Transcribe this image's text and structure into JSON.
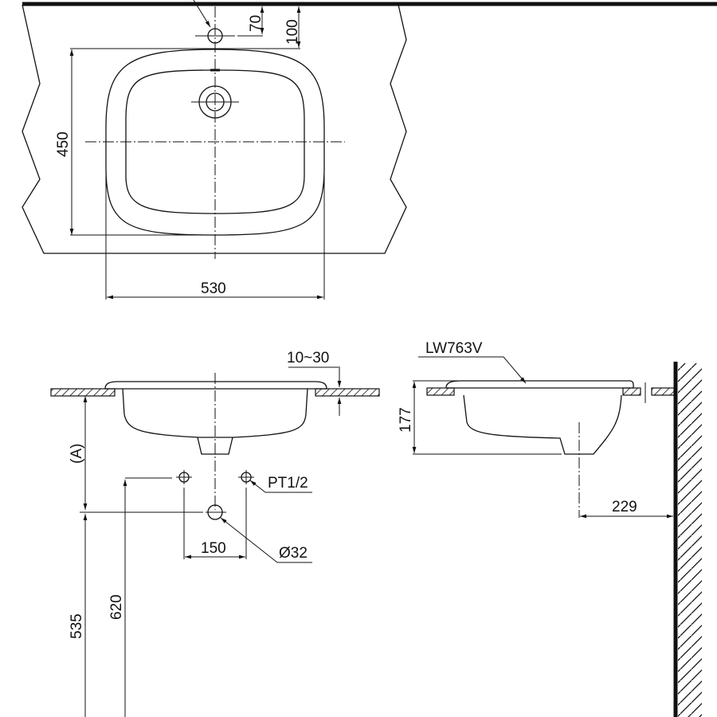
{
  "drawing": {
    "plan_view": {
      "dim_tap_hole_offset": "70",
      "dim_overflow_offset": "100",
      "dim_depth": "450",
      "dim_width": "530"
    },
    "front_section": {
      "dim_counter_thickness": "10~30",
      "dim_install_height": "(A)",
      "dim_supply_spacing": "150",
      "supply_thread": "PT1/2",
      "drain_diameter": "Ø32",
      "dim_drain_height": "535",
      "dim_supply_height": "620"
    },
    "side_section": {
      "model": "LW763V",
      "dim_bowl_height": "177",
      "dim_drain_to_wall": "229"
    }
  }
}
